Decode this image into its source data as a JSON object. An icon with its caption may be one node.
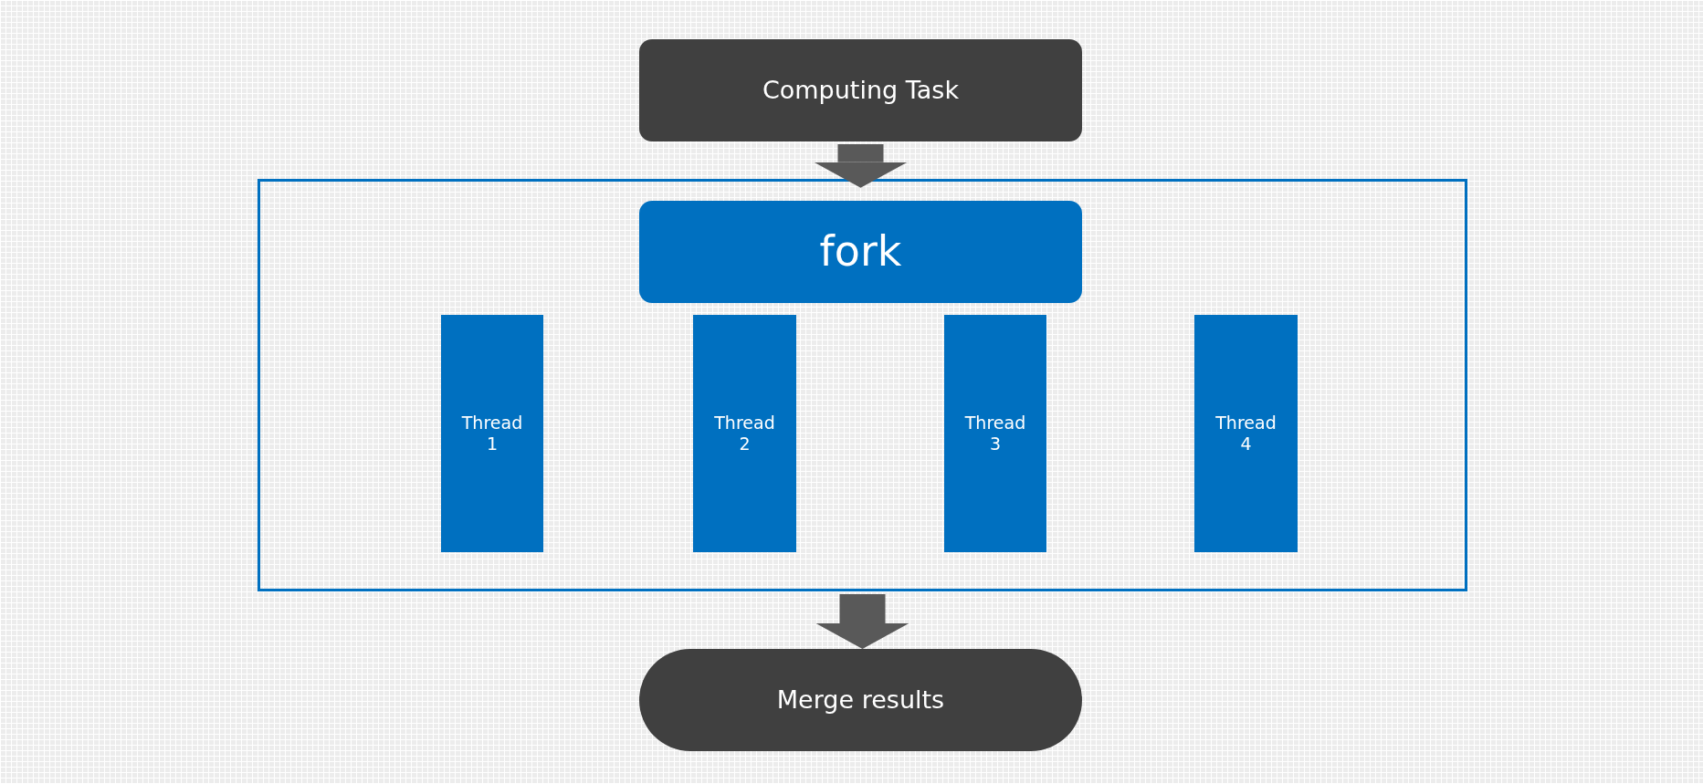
{
  "diagram": {
    "nodes": [
      {
        "text": [
          "Computing Task"
        ]
      },
      {
        "text": [],
        "shape": "box"
      },
      {
        "text": [
          "fork"
        ],
        "in": 1
      },
      {
        "text": [
          "Thread 1"
        ],
        "in": 1
      },
      {
        "text": [
          "Thread 2"
        ],
        "in": 1
      },
      {
        "text": [
          "Thread 3"
        ],
        "in": 1
      },
      {
        "text": [
          "Thread 4"
        ],
        "in": 1
      },
      {
        "text": [
          "Merge results"
        ]
      }
    ],
    "edges": [
      {
        "from": 0,
        "to": 1,
        "arrow": "to"
      },
      {
        "from": 1,
        "to": 7,
        "arrow": "to"
      }
    ]
  }
}
